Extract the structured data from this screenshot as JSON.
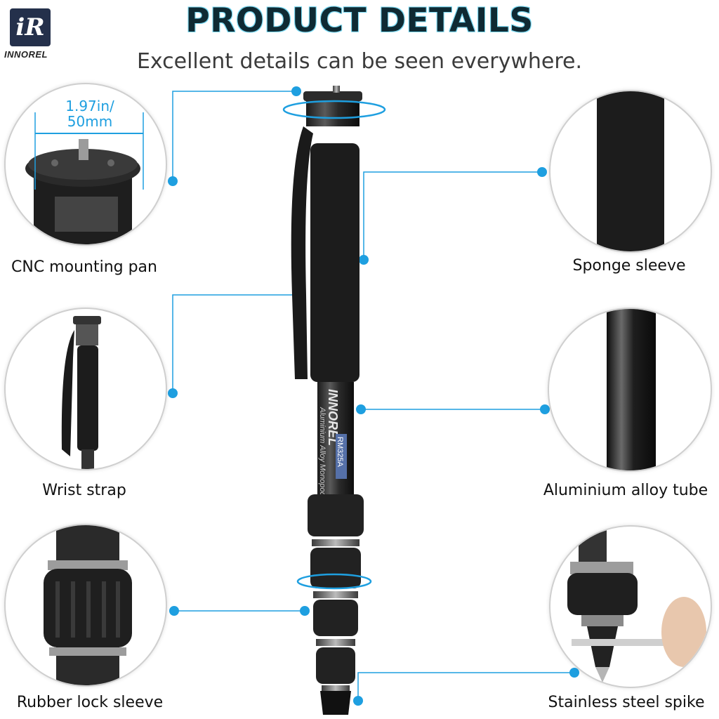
{
  "header": {
    "title": "PRODUCT DETAILS",
    "subtitle": "Excellent details can be seen everywhere.",
    "brand_mark": "iR",
    "brand_name": "INNOREL"
  },
  "features": [
    {
      "label": "CNC mounting pan",
      "dimension": "1.97in/\n50mm"
    },
    {
      "label": "Sponge sleeve"
    },
    {
      "label": "Wrist strap"
    },
    {
      "label": "Aluminium alloy tube"
    },
    {
      "label": "Rubber lock sleeve"
    },
    {
      "label": "Stainless steel spike"
    }
  ],
  "product": {
    "brand_print": "INNOREL",
    "tagline_print": "Aluminium Alloy Monopod",
    "model_print": "RM325A"
  },
  "colors": {
    "accent": "#1e9fe0",
    "title_outline": "#6cd6f2",
    "title_text": "#0f2a33"
  }
}
